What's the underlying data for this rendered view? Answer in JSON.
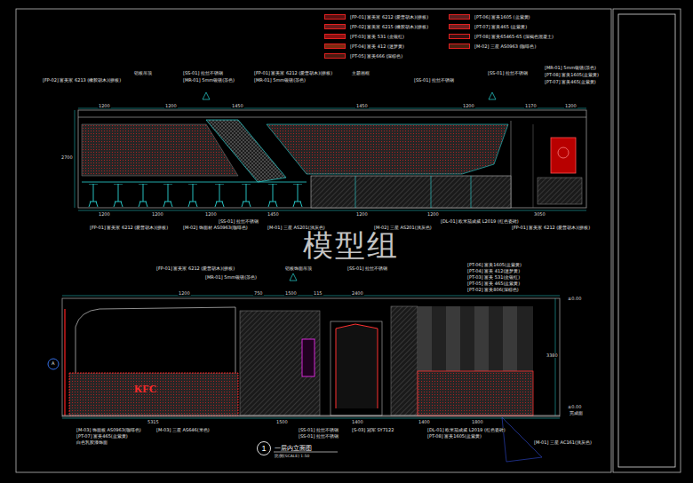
{
  "diagram": {
    "title": "一层内立面图",
    "caption": "比例(SCALE) 1:50",
    "nodes": [
      {
        "text": [
          "1"
        ]
      }
    ],
    "labels": [
      "[FP-02] 富美家 6213 (橡胶胡木)(拼板)",
      "铝板吊顶",
      "[SS-01] 拉丝不锈钢",
      "[MR-01] 5mm银镜(茶色)",
      "[FP-01] 富美家 6212 (爱普胡木)(拼板)",
      "[MR-01] 5mm银镜(茶色)",
      "主题画框",
      "[SS-01] 拉丝不锈钢",
      "[SS-01] 拉丝不锈钢",
      "[MR-01] 5mm银镜(茶色)",
      "[PT-08] 富美1605(蓝紫黄)",
      "[PT-07] 富美465(蓝紫黄)",
      "1200",
      "1200",
      "1450",
      "1450",
      "1200",
      "1170",
      "1200",
      "2700",
      "1200",
      "1200",
      "1200",
      "1450",
      "1200",
      "1200",
      "3050",
      "[FP-01] 富美家 6212 (爱普胡木)(拼板)",
      "[M-02] 饰面材 AS0963(咖啡色)",
      "[SS-01] 拉丝不锈钢",
      "[M-01] 三星 AS201(浅灰色)",
      "[M-02] 三星 AS201(浅灰色)",
      "[DL-01] 欧米茄成威 L2019 (红色瓷砖)",
      "[FP-01] 富美家 6212 (爱普胡木)(拼板)",
      "模型组",
      "[FP-01] 富美家 6212 (爱普胡木)(拼板)",
      "[MR-01] 5mm银镜(茶色)",
      "铝板饰面吊顶",
      "[SS-01] 拉丝不锈钢",
      "[PT-06] 富美1605(蓝紫黄)",
      "[PT-04] 富美 412(迷梦黄)",
      "[PT-03] 富美 531(金银红)",
      "[PT-05] 富美 465(蓝紫黄)",
      "[PT-02] 富美806(深棕色)",
      "1200",
      "750",
      "1500",
      "115",
      "2400",
      "±0.00",
      "3380",
      "±0.00",
      "完成面",
      "A",
      "KFC",
      "5315",
      "1500",
      "1400",
      "1400",
      "1800",
      "[M-03] 饰面板 AS0963(咖啡色)",
      "[PT-07] 富美465(蓝紫黄)",
      "白色乳胶漆饰面",
      "[M-03] 三星 AS646(米色)",
      "[SS-01] 拉丝不锈钢",
      "[SS-01] 拉丝不锈钢",
      "[S-03] 冠军 SY7122",
      "[DL-01] 欧米茄成威 L2019 (红色瓷砖)",
      "[PT-08] 富美1605(蓝紫黄)",
      "[M-01] 三星 AC161(浅灰色)"
    ],
    "legend": [
      {
        "text": "[FP-01] 富美家 6212 (爱普胡木)(拼板)",
        "color": "#5a1010"
      },
      {
        "text": "[FP-02] 富美家 6215 (橡胶胡木)(拼板)",
        "color": "#6b1a1a"
      },
      {
        "text": "[PT-03] 富美 531 (金银红)",
        "color": "#8a1010"
      },
      {
        "text": "[PT-04] 富美 412 (迷梦黄)",
        "color": "#7a2a10"
      },
      {
        "text": "[PT-05] 富美666 (深棕色)",
        "color": "#4a1a10"
      },
      {
        "text": "[PT-06] 富美1605 (蓝紫黄)",
        "color": "#5a2020"
      },
      {
        "text": "[PT-07] 富美465 (蓝紫黄)",
        "color": "#702020"
      },
      {
        "text": "[PT-08] 富美65465-65 (深褐色混凝土)",
        "color": "#3a1010"
      },
      {
        "text": "[M-02] 三星 AS0963 (咖啡色)",
        "color": "#4a2010"
      }
    ]
  }
}
